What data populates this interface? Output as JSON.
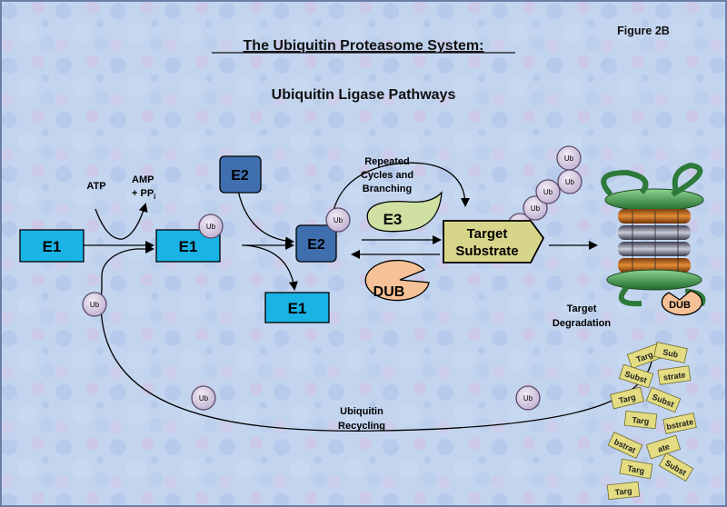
{
  "title": "The Ubiquitin Proteasome System:",
  "subtitle": "Ubiquitin Ligase Pathways",
  "figure_label": "Figure 2B",
  "nodes": {
    "e1_left": "E1",
    "e1_ub": "E1",
    "e1_released": "E1",
    "e2_top": "E2",
    "e2_ub": "E2",
    "e3": "E3",
    "dub": "DUB",
    "dub_proteasome": "DUB",
    "target_line1": "Target",
    "target_line2": "Substrate"
  },
  "labels": {
    "atp": "ATP",
    "amp": "AMP",
    "ppi": "+ PP",
    "ppi_sub": "i",
    "repeated_1": "Repeated",
    "repeated_2": "Cycles and",
    "repeated_3": "Branching",
    "degradation_1": "Target",
    "degradation_2": "Degradation",
    "recycling_1": "Ubiquitin",
    "recycling_2": "Recycling"
  },
  "ub": "Ub",
  "fragments": [
    "Targ",
    "Sub",
    "Subst",
    "strate",
    "Targ",
    "Subst",
    "Targ",
    "bstrate",
    "bstrat",
    "ate",
    "Targ",
    "Subst",
    "Targ"
  ],
  "colors": {
    "e1": "#1ab3e6",
    "e2": "#3f6fae",
    "e3": "#cfe0a2",
    "dub": "#f6c196",
    "target": "#d7d58a",
    "ub": "#d9cde3",
    "fragment": "#e3dc82"
  }
}
